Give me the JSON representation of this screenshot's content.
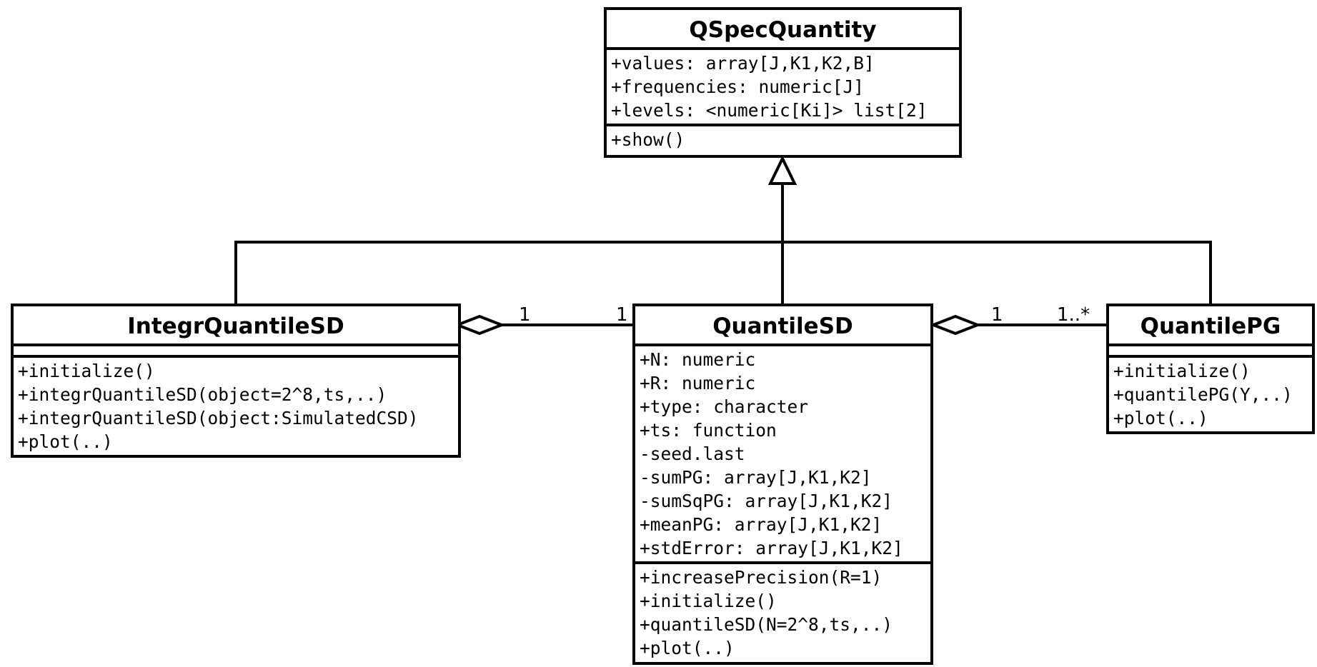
{
  "classes": {
    "qspec": {
      "name": "QSpecQuantity",
      "attributes": [
        "+values: array[J,K1,K2,B]",
        "+frequencies: numeric[J]",
        "+levels: <numeric[Ki]> list[2]"
      ],
      "operations": [
        "+show()"
      ]
    },
    "integr": {
      "name": "IntegrQuantileSD",
      "attributes": [],
      "operations": [
        "+initialize()",
        "+integrQuantileSD(object=2^8,ts,..)",
        "+integrQuantileSD(object:SimulatedCSD)",
        "+plot(..)"
      ]
    },
    "quantilesd": {
      "name": "QuantileSD",
      "attributes": [
        "+N: numeric",
        "+R: numeric",
        "+type: character",
        "+ts: function",
        "-seed.last",
        "-sumPG: array[J,K1,K2]",
        "-sumSqPG: array[J,K1,K2]",
        "+meanPG: array[J,K1,K2]",
        "+stdError: array[J,K1,K2]"
      ],
      "operations": [
        "+increasePrecision(R=1)",
        "+initialize()",
        "+quantileSD(N=2^8,ts,..)",
        "+plot(..)"
      ]
    },
    "quantilepg": {
      "name": "QuantilePG",
      "attributes": [],
      "operations": [
        "+initialize()",
        "+quantilePG(Y,..)",
        "+plot(..)"
      ]
    }
  },
  "associations": {
    "integr_quantilesd": {
      "near_integr": "1",
      "near_quantilesd": "1"
    },
    "quantilesd_quantilepg": {
      "near_quantilesd": "1",
      "near_quantilepg": "1..*"
    }
  }
}
